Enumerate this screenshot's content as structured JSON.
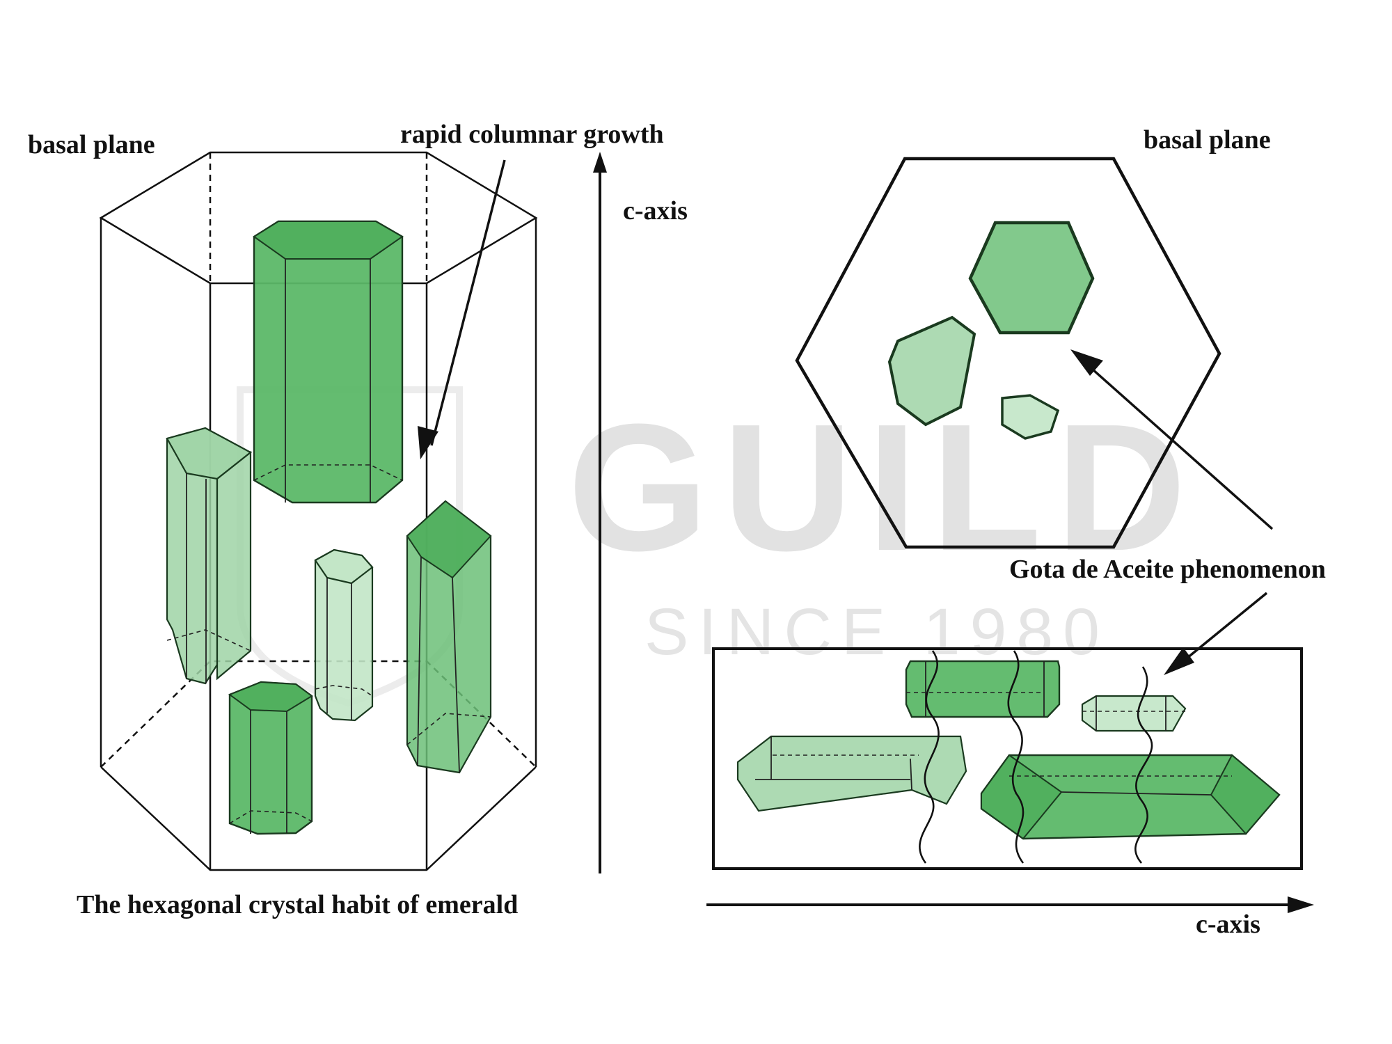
{
  "labels": {
    "basal_plane_left": "basal plane",
    "rapid_growth": "rapid columnar growth",
    "c_axis_vertical": "c-axis",
    "caption": "The hexagonal crystal habit of emerald",
    "basal_plane_right": "basal plane",
    "gota": "Gota de Aceite phenomenon",
    "c_axis_horizontal": "c-axis"
  },
  "watermark": {
    "main": "GUILD",
    "sub": "SINCE 1980"
  },
  "colors": {
    "crystal_dark": "#5cb868",
    "crystal_light": "#9fd4a6",
    "crystal_pale": "#c2e6c6",
    "outline": "#111111",
    "watermark": "#e2e2e2"
  }
}
